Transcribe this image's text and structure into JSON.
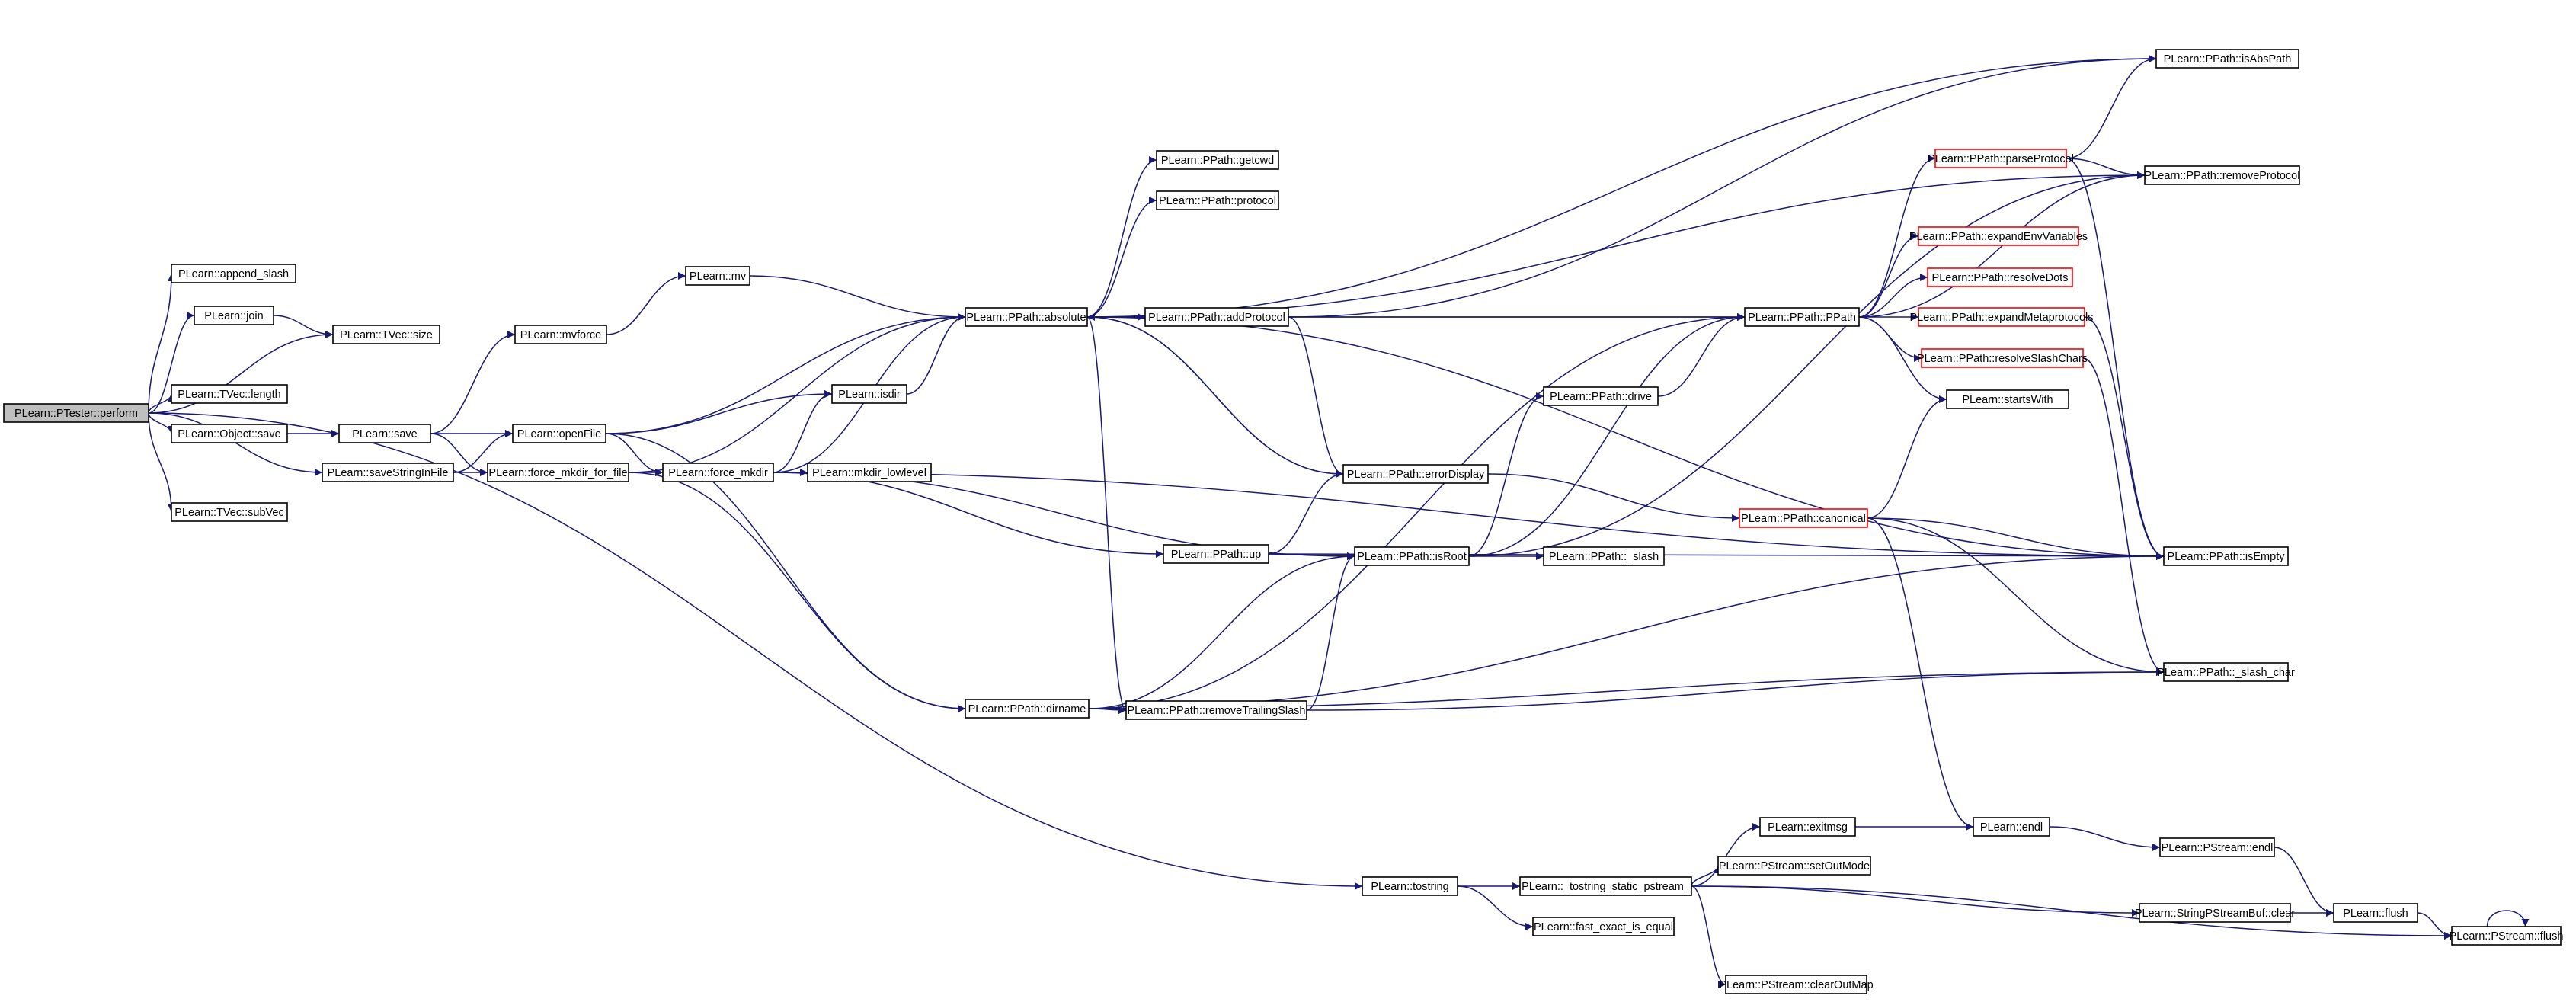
{
  "colors": {
    "edge": "#191970",
    "node_border": "#000000",
    "node_border_truncated": "#ff0000",
    "root_fill": "#bfbfbf",
    "background": "#ffffff"
  },
  "nodes": {
    "perform": "PLearn::PTester::perform",
    "append_slash": "PLearn::append_slash",
    "join": "PLearn::join",
    "tvec_size": "PLearn::TVec::size",
    "tvec_length": "PLearn::TVec::length",
    "object_save": "PLearn::Object::save",
    "save": "PLearn::save",
    "save_string_in_file": "PLearn::saveStringInFile",
    "tvec_subvec": "PLearn::TVec::subVec",
    "mvforce": "PLearn::mvforce",
    "mv": "PLearn::mv",
    "open_file": "PLearn::openFile",
    "force_mkdir_for_file": "PLearn::force_mkdir_for_file",
    "isdir": "PLearn::isdir",
    "force_mkdir": "PLearn::force_mkdir",
    "mkdir_lowlevel": "PLearn::mkdir_lowlevel",
    "absolute": "PLearn::PPath::absolute",
    "getcwd": "PLearn::PPath::getcwd",
    "protocol": "PLearn::PPath::protocol",
    "add_protocol": "PLearn::PPath::addProtocol",
    "error_display": "PLearn::PPath::errorDisplay",
    "up": "PLearn::PPath::up",
    "is_root": "PLearn::PPath::isRoot",
    "underscore_slash": "PLearn::PPath::_slash",
    "drive": "PLearn::PPath::drive",
    "dirname": "PLearn::PPath::dirname",
    "remove_trailing_slash": "PLearn::PPath::removeTrailingSlash",
    "ppath_ctor": "PLearn::PPath::PPath",
    "parse_protocol": "PLearn::PPath::parseProtocol",
    "expand_env_variables": "PLearn::PPath::expandEnvVariables",
    "resolve_dots": "PLearn::PPath::resolveDots",
    "expand_metaprotocols": "PLearn::PPath::expandMetaprotocols",
    "resolve_slash_chars": "PLearn::PPath::resolveSlashChars",
    "starts_with": "PLearn::startsWith",
    "canonical": "PLearn::PPath::canonical",
    "is_abs_path": "PLearn::PPath::isAbsPath",
    "remove_protocol": "PLearn::PPath::removeProtocol",
    "is_empty": "PLearn::PPath::isEmpty",
    "slash_char": "PLearn::PPath::_slash_char",
    "tostring": "PLearn::tostring",
    "tostring_static_pstream": "PLearn::_tostring_static_pstream_",
    "fast_exact_is_equal": "PLearn::fast_exact_is_equal",
    "exitmsg": "PLearn::exitmsg",
    "set_out_mode": "PLearn::PStream::setOutMode",
    "clear_out_map": "PLearn::PStream::clearOutMap",
    "endl": "PLearn::endl",
    "pstream_endl": "PLearn::PStream::endl",
    "string_pstream_buf_clear": "PLearn::StringPStreamBuf::clear",
    "flush": "PLearn::flush",
    "pstream_flush": "PLearn::PStream::flush"
  }
}
